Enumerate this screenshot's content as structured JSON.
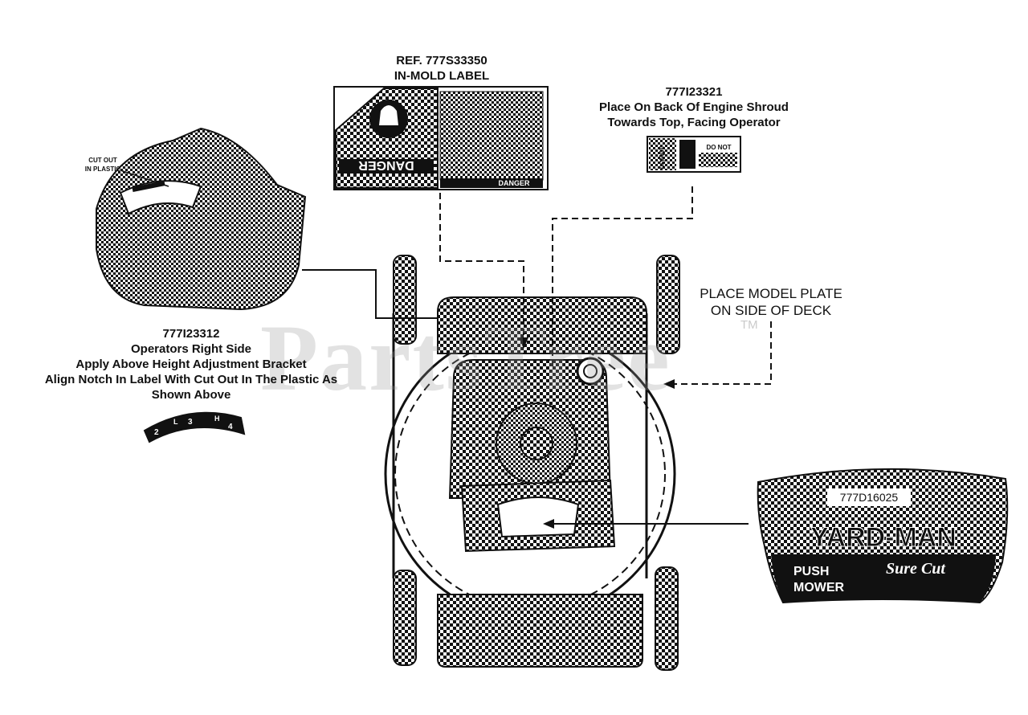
{
  "watermark": {
    "text": "PartsTree",
    "tm": "TM"
  },
  "inmold_label": {
    "ref_line1": "REF. 777S33350",
    "ref_line2": "IN-MOLD LABEL",
    "danger_word": "DANGER",
    "danger_small": "DANGER"
  },
  "engine_label": {
    "part": "777I23321",
    "line1": "Place On Back Of Engine Shroud",
    "line2": "Towards Top, Facing Operator",
    "oil_text": "10W30",
    "warn_text": "DO NOT"
  },
  "height_label": {
    "cutout_line1": "CUT OUT",
    "cutout_line2": "IN PLASTIC",
    "part": "777I23312",
    "line1": "Operators Right Side",
    "line2": "Apply Above Height Adjustment Bracket",
    "line3": "Align Notch In Label With Cut Out In The Plastic As",
    "line4": "Shown Above",
    "marks": [
      "2",
      "L",
      "3",
      "H",
      "4"
    ]
  },
  "model_plate": {
    "line1": "PLACE MODEL PLATE",
    "line2": "ON SIDE OF DECK"
  },
  "brand_decal": {
    "part": "777D16025",
    "brand": "YARD-MAN",
    "product_line1": "PUSH",
    "product_line2": "MOWER",
    "script": "Sure Cut"
  },
  "colors": {
    "ink": "#111111",
    "paper": "#ffffff",
    "watermark": "#969696"
  }
}
